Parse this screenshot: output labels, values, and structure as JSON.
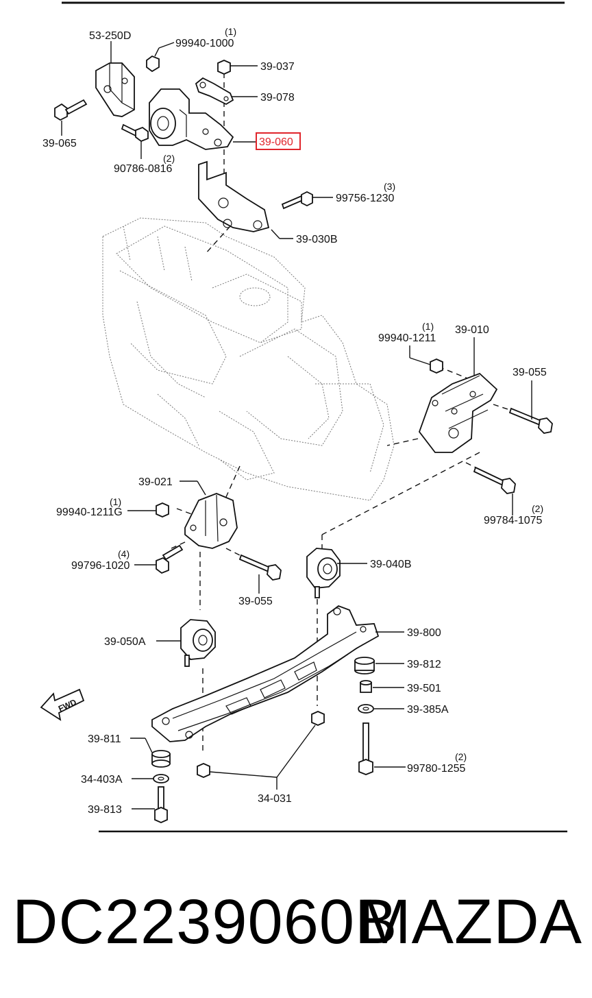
{
  "diagram": {
    "callouts": {
      "c_53_250D": "53-250D",
      "c_99940_1000": "99940-1000",
      "c_99940_1000_qty": "(1)",
      "c_39_037": "39-037",
      "c_39_078": "39-078",
      "c_39_065_top": "39-065",
      "c_39_060": "39-060",
      "c_90786_0816": "90786-0816",
      "c_90786_0816_qty": "(2)",
      "c_99756_1230": "99756-1230",
      "c_99756_1230_qty": "(3)",
      "c_39_030B": "39-030B",
      "c_99940_1211_right": "99940-1211",
      "c_99940_1211_right_qty": "(1)",
      "c_39_010": "39-010",
      "c_39_055_right": "39-055",
      "c_99784_1075": "99784-1075",
      "c_99784_1075_qty": "(2)",
      "c_39_021": "39-021",
      "c_99940_1211G": "99940-1211G",
      "c_99940_1211G_qty": "(1)",
      "c_99796_1020": "99796-1020",
      "c_99796_1020_qty": "(4)",
      "c_39_055_mid": "39-055",
      "c_39_040B": "39-040B",
      "c_39_050A": "39-050A",
      "c_39_800": "39-800",
      "c_39_812": "39-812",
      "c_39_501": "39-501",
      "c_39_385A": "39-385A",
      "c_99780_1255": "99780-1255",
      "c_99780_1255_qty": "(2)",
      "c_39_811": "39-811",
      "c_34_403A": "34-403A",
      "c_39_813": "39-813",
      "c_34_031": "34-031",
      "fwd": "FWD"
    },
    "highlight_color": "#e0242b"
  },
  "footer": {
    "part_number": "DC2239060B",
    "brand": "MAZDA"
  }
}
